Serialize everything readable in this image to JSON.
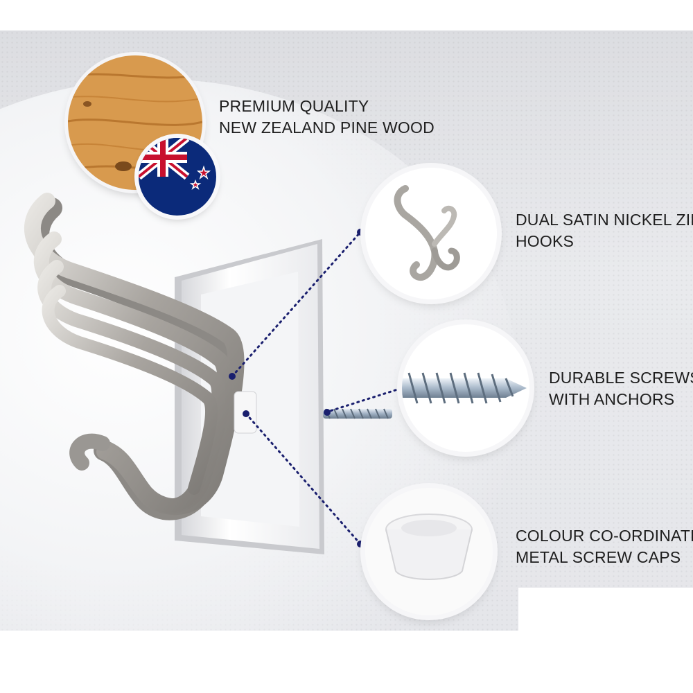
{
  "features": [
    {
      "id": "wood",
      "lines": [
        "PREMIUM QUALITY",
        "NEW ZEALAND PINE WOOD"
      ],
      "icon": "pine-wood-disc-with-nz-flag"
    },
    {
      "id": "hooks",
      "lines": [
        "DUAL SATIN NICKEL ZINC",
        "HOOKS"
      ],
      "icon": "hook-icon"
    },
    {
      "id": "screws",
      "lines": [
        "DURABLE SCREWS",
        "WITH ANCHORS"
      ],
      "icon": "screw-icon"
    },
    {
      "id": "caps",
      "lines": [
        "COLOUR CO-ORDINATED",
        "METAL SCREW CAPS"
      ],
      "icon": "screw-cap-icon"
    }
  ],
  "colors": {
    "callout_line": "#1a1f6e",
    "text": "#1e1e1e",
    "nickel": "#b9b6b1",
    "wood": "#d69a4d",
    "flag_blue": "#0b2a7a",
    "flag_red": "#c8102e"
  }
}
